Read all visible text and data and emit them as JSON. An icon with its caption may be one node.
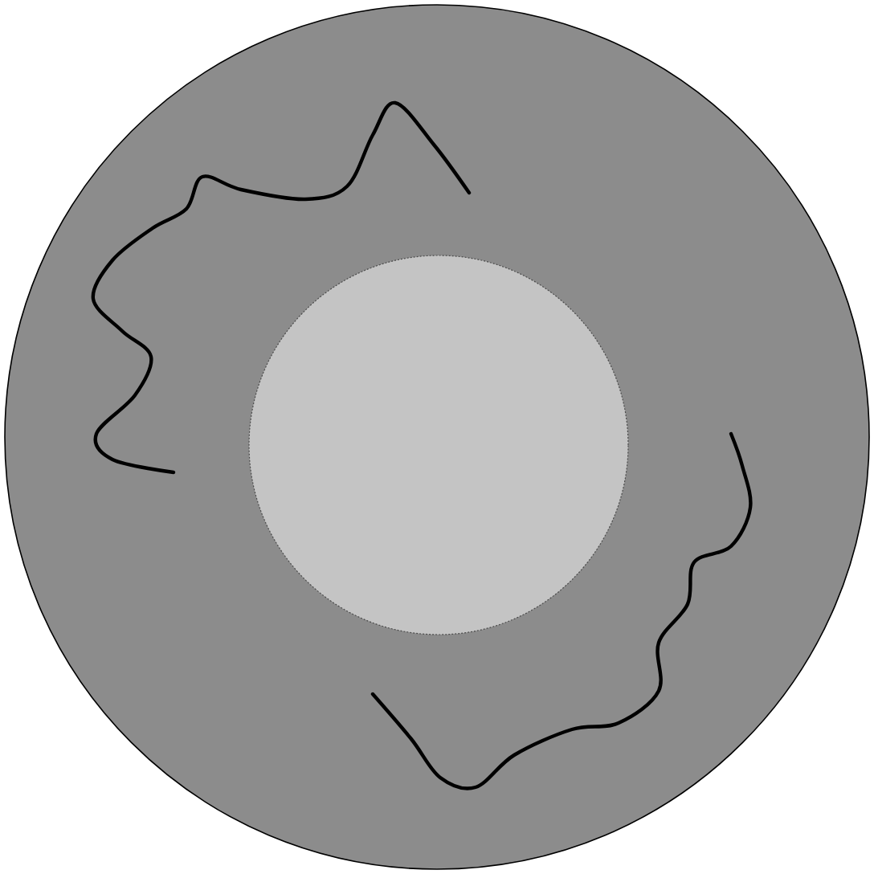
{
  "diagram": {
    "nodes": [
      {
        "text": [],
        "shape": "circle"
      },
      {
        "text": [],
        "shape": "circle",
        "in": 0
      }
    ]
  }
}
